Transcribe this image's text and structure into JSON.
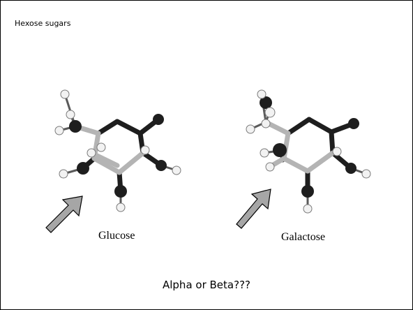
{
  "slide": {
    "title": "Hexose sugars",
    "question": "Alpha or Beta???"
  },
  "molecules": [
    {
      "id": "glucose",
      "label": "Glucose"
    },
    {
      "id": "galactose",
      "label": "Galactose"
    }
  ],
  "colors": {
    "carbon_oxygen": "#1e1e1e",
    "bond_light": "#b4b4b4",
    "hydrogen": "#f2f2f2",
    "arrow_fill": "#a6a6a6",
    "arrow_stroke": "#000000",
    "border": "#000000"
  },
  "icons": {
    "pointer": "up-right-arrow-icon"
  }
}
